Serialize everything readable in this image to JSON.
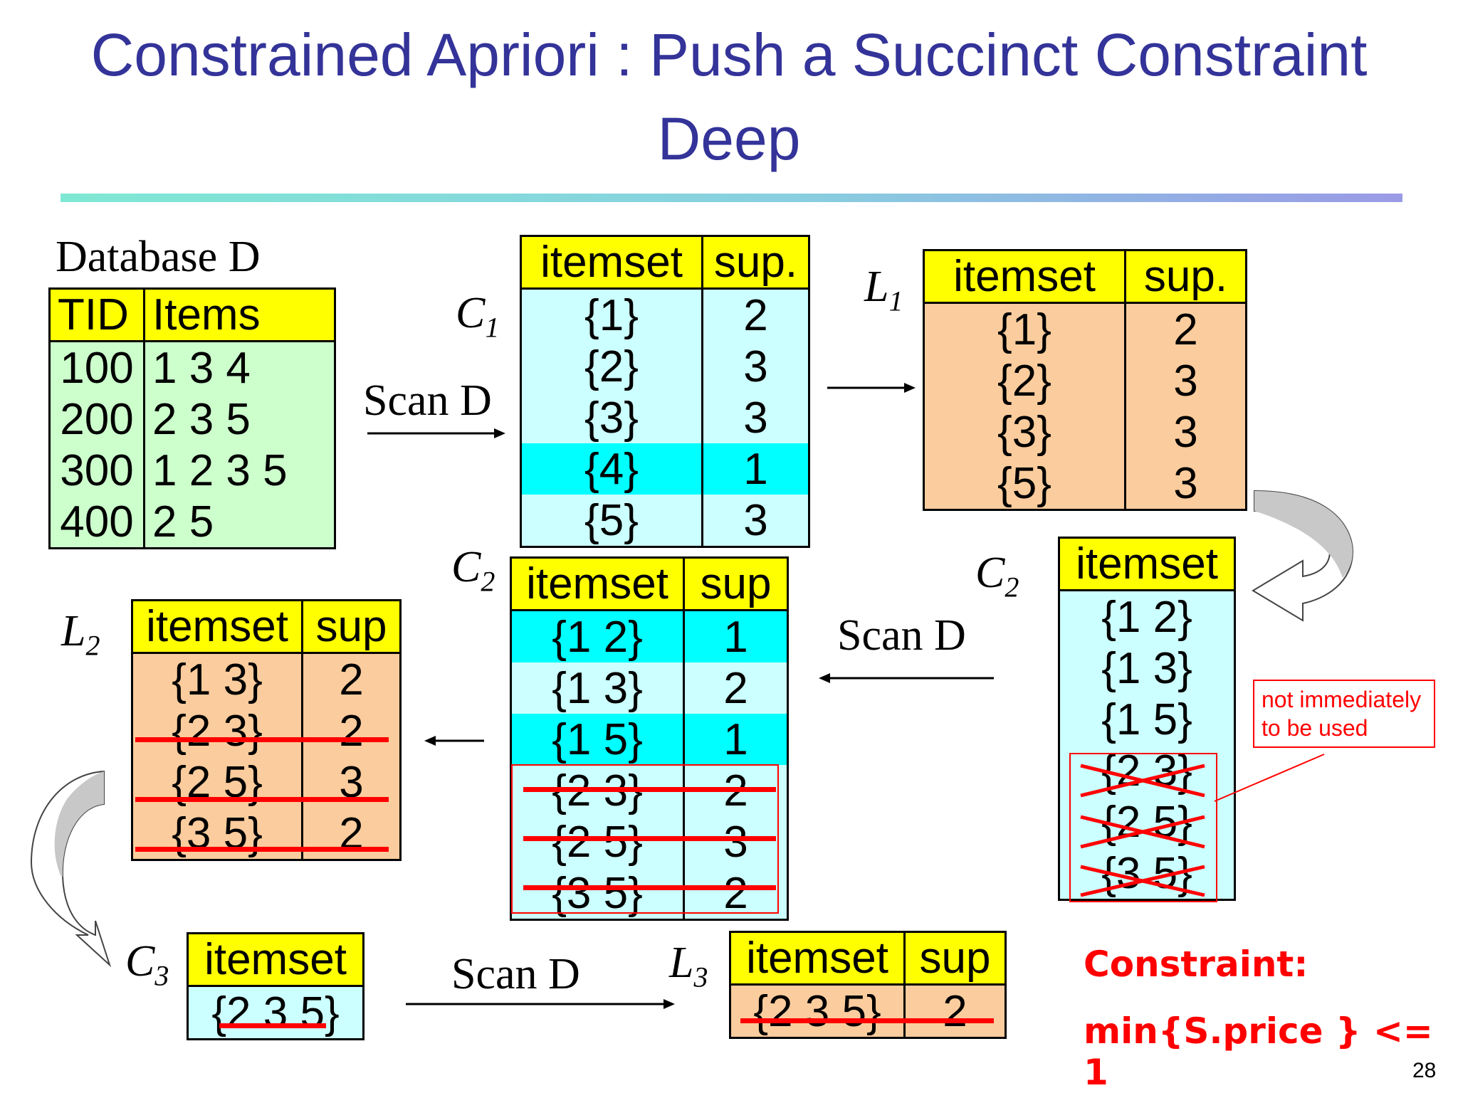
{
  "title_line1": "Constrained Apriori : Push a Succinct Constraint",
  "title_line2": "Deep",
  "database": {
    "label": "Database D",
    "headers": [
      "TID",
      "Items"
    ],
    "rows": [
      [
        "100",
        "1 3 4"
      ],
      [
        "200",
        "2 3 5"
      ],
      [
        "300",
        "1 2 3 5"
      ],
      [
        "400",
        "2 5"
      ]
    ]
  },
  "scan_label": "Scan D",
  "c1": {
    "label_main": "C",
    "label_sub": "1",
    "headers": [
      "itemset",
      "sup."
    ],
    "rows": [
      [
        "{1}",
        "2"
      ],
      [
        "{2}",
        "3"
      ],
      [
        "{3}",
        "3"
      ],
      [
        "{4}",
        "1"
      ],
      [
        "{5}",
        "3"
      ]
    ]
  },
  "l1": {
    "label_main": "L",
    "label_sub": "1",
    "headers": [
      "itemset",
      "sup."
    ],
    "rows": [
      [
        "{1}",
        "2"
      ],
      [
        "{2}",
        "3"
      ],
      [
        "{3}",
        "3"
      ],
      [
        "{5}",
        "3"
      ]
    ]
  },
  "c2_right": {
    "label_main": "C",
    "label_sub": "2",
    "headers": [
      "itemset"
    ],
    "rows": [
      "{1 2}",
      "{1 3}",
      "{1 5}",
      "{2 3}",
      "{2 5}",
      "{3 5}"
    ]
  },
  "note": {
    "line1": "not immediately",
    "line2": "to be used"
  },
  "c2_mid": {
    "label_main": "C",
    "label_sub": "2",
    "headers": [
      "itemset",
      "sup"
    ],
    "rows": [
      [
        "{1 2}",
        "1"
      ],
      [
        "{1 3}",
        "2"
      ],
      [
        "{1 5}",
        "1"
      ],
      [
        "{2 3}",
        "2"
      ],
      [
        "{2 5}",
        "3"
      ],
      [
        "{3 5}",
        "2"
      ]
    ]
  },
  "l2": {
    "label_main": "L",
    "label_sub": "2",
    "headers": [
      "itemset",
      "sup"
    ],
    "rows": [
      [
        "{1 3}",
        "2"
      ],
      [
        "{2 3}",
        "2"
      ],
      [
        "{2 5}",
        "3"
      ],
      [
        "{3 5}",
        "2"
      ]
    ]
  },
  "c3": {
    "label_main": "C",
    "label_sub": "3",
    "headers": [
      "itemset"
    ],
    "rows": [
      "{2 3 5}"
    ]
  },
  "l3": {
    "label_main": "L",
    "label_sub": "3",
    "headers": [
      "itemset",
      "sup"
    ],
    "rows": [
      [
        "{2 3 5}",
        "2"
      ]
    ]
  },
  "constraint": {
    "line1": "Constraint:",
    "line2": "min{S.price } <= 1"
  },
  "page_number": "28",
  "colors": {
    "title": "#333399",
    "header": "#ffff00",
    "db_body": "#ccffcc",
    "cand_body": "#ccffff",
    "highlight": "#00ffff",
    "large_body": "#fbcc9d",
    "strike": "#ff0000"
  }
}
